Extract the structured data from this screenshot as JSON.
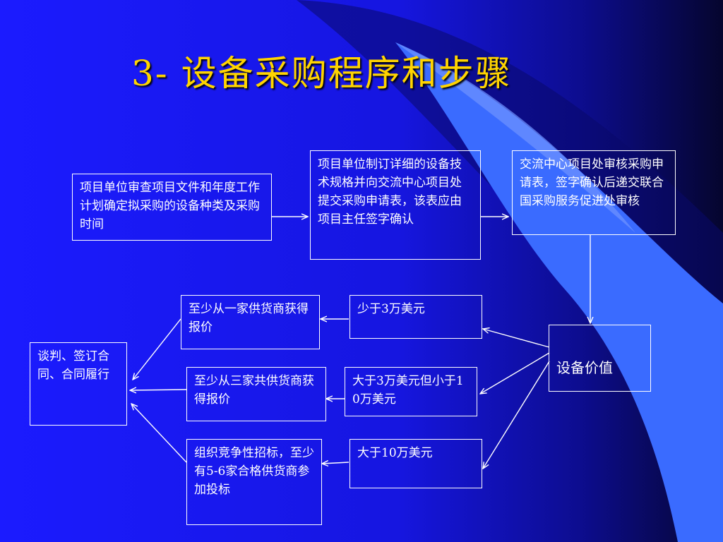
{
  "slide": {
    "title": "3- 设备采购程序和步骤"
  },
  "colors": {
    "background": "#1717e6",
    "title": "#ffd400",
    "box_border": "#ffffff",
    "text": "#ffffff",
    "swoosh": "#3a6bff"
  },
  "diagram": {
    "nodes": {
      "review_docs": "项目单位审查项目文件和年度工作计划确定拟采购的设备种类及采购时间",
      "prepare_specs": "项目单位制订详细的设备技术规格并向交流中心项目处提交采购申请表，该表应由项目主任签字确认",
      "center_review": "交流中心项目处审核采购申请表，签字确认后递交联合国采购服务促进处审核",
      "equipment_value": "设备价值",
      "value_low": "少于3万美元",
      "value_mid": "大于3万美元但小于10万美元",
      "value_high": "大于10万美元",
      "quote_one": "至少从一家供货商获得报价",
      "quote_three": "至少从三家共供货商获得报价",
      "tender": "组织竞争性招标，至少有5-6家合格供货商参加投标",
      "contract": "谈判、签订合同、合同履行"
    }
  }
}
